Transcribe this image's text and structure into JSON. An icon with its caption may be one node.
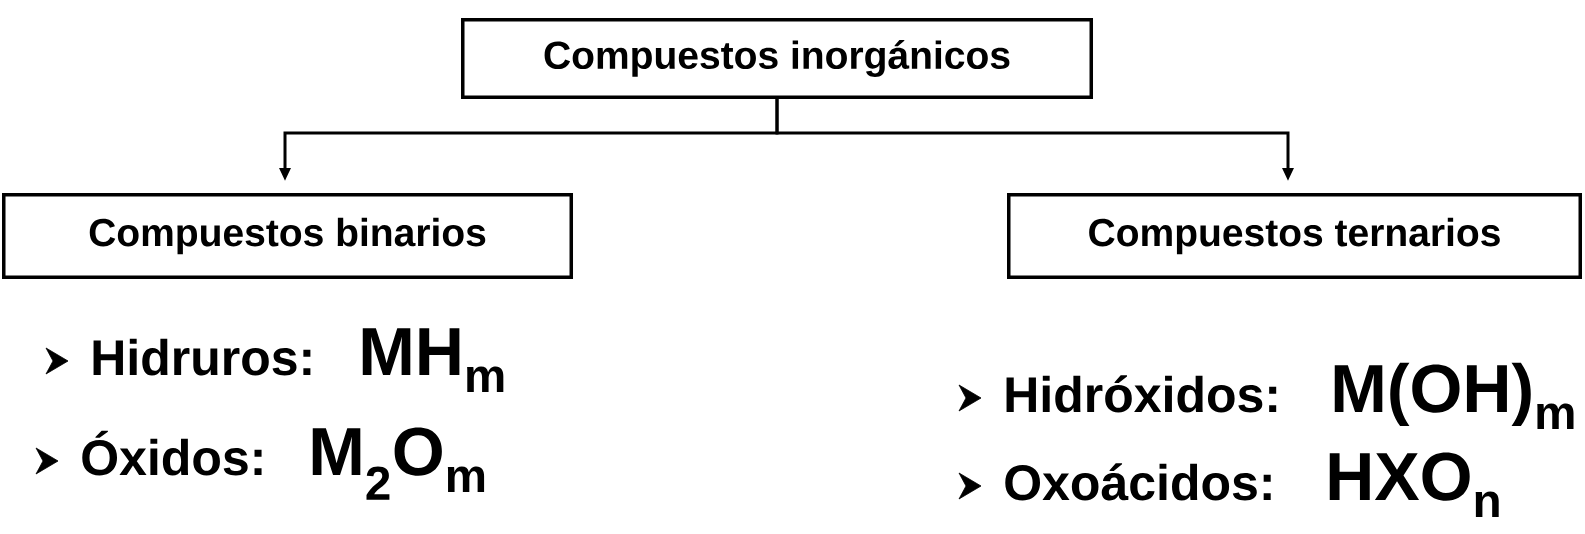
{
  "diagram": {
    "nodes": [
      {
        "text": [
          "Compuestos inorgánicos"
        ]
      },
      {
        "text": [
          "Compuestos binarios"
        ]
      },
      {
        "text": [
          "Compuestos ternarios"
        ]
      }
    ],
    "edges": [
      {
        "from": 0,
        "to": 1,
        "arrow": "to"
      },
      {
        "from": 0,
        "to": 2,
        "arrow": "to"
      }
    ],
    "labels": [
      "Hidruros:",
      "MH$_{m}$",
      "Óxidos:",
      "M$_{2}$O$_{m}$",
      "Hidróxidos:",
      "M(OH)$_{m}$",
      "Oxoácidos:",
      "HXO$_{n}$"
    ]
  }
}
